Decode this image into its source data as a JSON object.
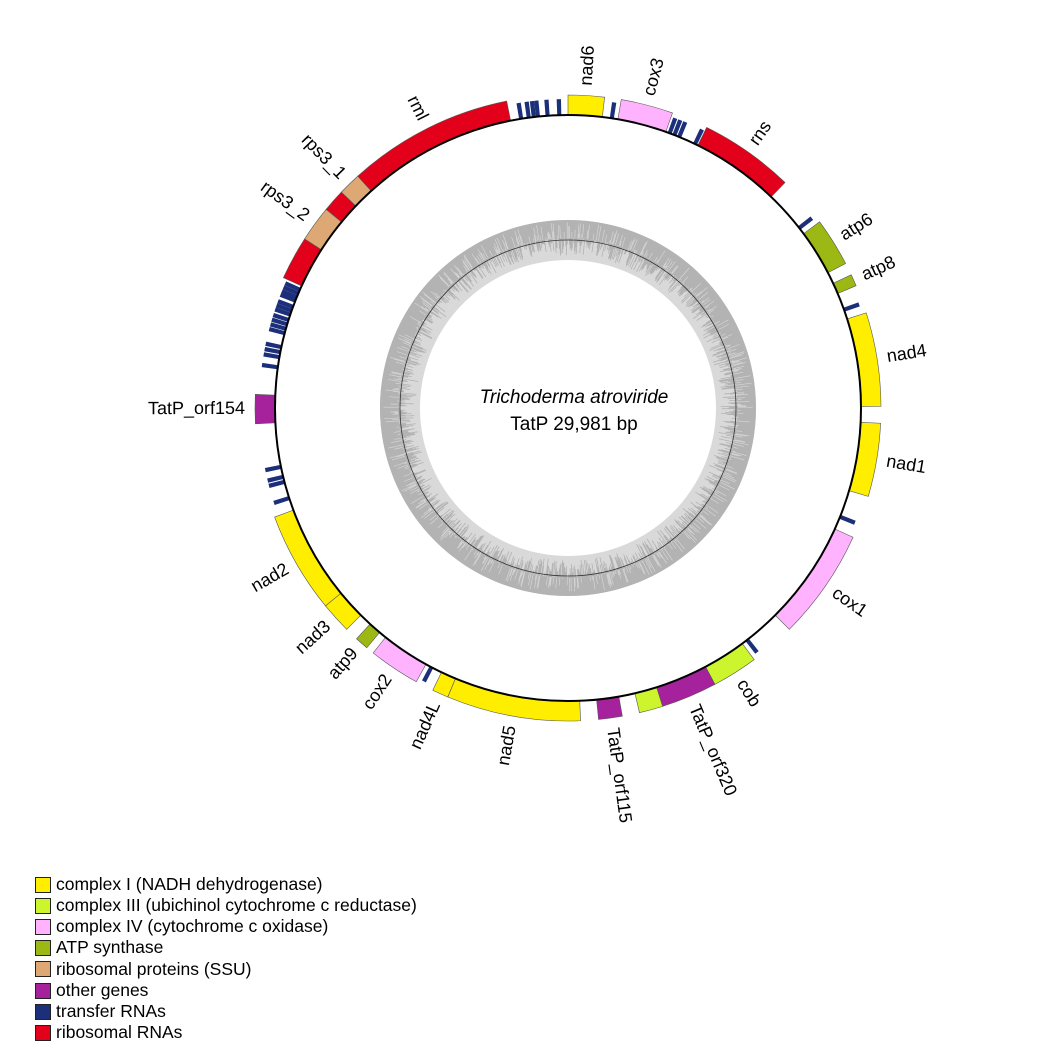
{
  "genome": {
    "organism": "Trichoderma atroviride",
    "name_line": "TatP  29,981 bp",
    "length_bp": 29981
  },
  "colors": {
    "complex1": "#FFEE00",
    "complex3": "#CCF52E",
    "complex4": "#FFB3FF",
    "atp": "#9BB814",
    "rps": "#DDA874",
    "other": "#A6229C",
    "trna": "#1C2F7A",
    "rrna": "#E2001A",
    "gc_light": "#D9D9D9",
    "gc_dark": "#B3B3B3"
  },
  "genes": [
    {
      "name": "nad6",
      "cat": "complex1",
      "start": 0,
      "end": 560,
      "label": true
    },
    {
      "name": "cox3",
      "cat": "complex4",
      "start": 816,
      "end": 1624,
      "label": true
    },
    {
      "name": "rns",
      "cat": "rrna",
      "start": 2190,
      "end": 3656,
      "label": true
    },
    {
      "name": "atp6",
      "cat": "atp",
      "start": 4455,
      "end": 5205,
      "label": true
    },
    {
      "name": "atp8",
      "cat": "atp",
      "start": 5397,
      "end": 5580,
      "label": true
    },
    {
      "name": "nad4",
      "cat": "complex1",
      "start": 6021,
      "end": 7470,
      "label": true
    },
    {
      "name": "nad1",
      "cat": "complex1",
      "start": 7728,
      "end": 8861,
      "label": true
    },
    {
      "name": "cox1",
      "cat": "complex4",
      "start": 9527,
      "end": 11243,
      "label": true
    },
    {
      "name": "cob",
      "cat": "complex3",
      "start": 11951,
      "end": 12659,
      "label": true
    },
    {
      "name": "TatP_orf320",
      "cat": "other",
      "start": 12659,
      "end": 13525,
      "label": true
    },
    {
      "name": "cob",
      "cat": "complex3",
      "start": 13525,
      "end": 13891,
      "label": false
    },
    {
      "name": "TatP_orf115",
      "cat": "other",
      "start": 14158,
      "end": 14524,
      "label": true
    },
    {
      "name": "nad5",
      "cat": "complex1",
      "start": 14799,
      "end": 16872,
      "label": true
    },
    {
      "name": "nad4L",
      "cat": "complex1",
      "start": 16872,
      "end": 17122,
      "label": true
    },
    {
      "name": "cox2",
      "cat": "complex4",
      "start": 17405,
      "end": 18197,
      "label": true
    },
    {
      "name": "atp9",
      "cat": "atp",
      "start": 18322,
      "end": 18530,
      "label": true
    },
    {
      "name": "nad3",
      "cat": "complex1",
      "start": 18738,
      "end": 19221,
      "label": true
    },
    {
      "name": "nad2",
      "cat": "complex1",
      "start": 19221,
      "end": 20787,
      "label": true
    },
    {
      "name": "TatP_orf154",
      "cat": "other",
      "start": 22244,
      "end": 22694,
      "label": true
    },
    {
      "name": "rnl",
      "cat": "rrna",
      "start": 24535,
      "end": 25209,
      "label": false
    },
    {
      "name": "rps3_2",
      "cat": "rps",
      "start": 25209,
      "end": 25767,
      "label": true
    },
    {
      "name": "rnl",
      "cat": "rrna",
      "start": 25767,
      "end": 26117,
      "label": false
    },
    {
      "name": "rps3_1",
      "cat": "rps",
      "start": 26117,
      "end": 26467,
      "label": true
    },
    {
      "name": "rml",
      "cat": "rrna",
      "start": 26467,
      "end": 29040,
      "label": true
    }
  ],
  "trnas": [
    716,
    1691,
    1774,
    1857,
    2140,
    4339,
    5863,
    9311,
    11851,
    17305,
    20995,
    21270,
    21354,
    21520,
    23152,
    23318,
    23401,
    23485,
    23718,
    23793,
    23868,
    23943,
    24035,
    24101,
    24168,
    24276,
    24335,
    24401,
    24468,
    29215,
    29340,
    29423,
    29490,
    29648,
    29839
  ],
  "legend": [
    {
      "label": "complex I (NADH dehydrogenase)",
      "cat": "complex1"
    },
    {
      "label": "complex III (ubichinol cytochrome c reductase)",
      "cat": "complex3"
    },
    {
      "label": "complex IV (cytochrome c oxidase)",
      "cat": "complex4"
    },
    {
      "label": "ATP synthase",
      "cat": "atp"
    },
    {
      "label": "ribosomal proteins (SSU)",
      "cat": "rps"
    },
    {
      "label": "other genes",
      "cat": "other"
    },
    {
      "label": "transfer RNAs",
      "cat": "trna"
    },
    {
      "label": "ribosomal RNAs",
      "cat": "rrna"
    }
  ]
}
